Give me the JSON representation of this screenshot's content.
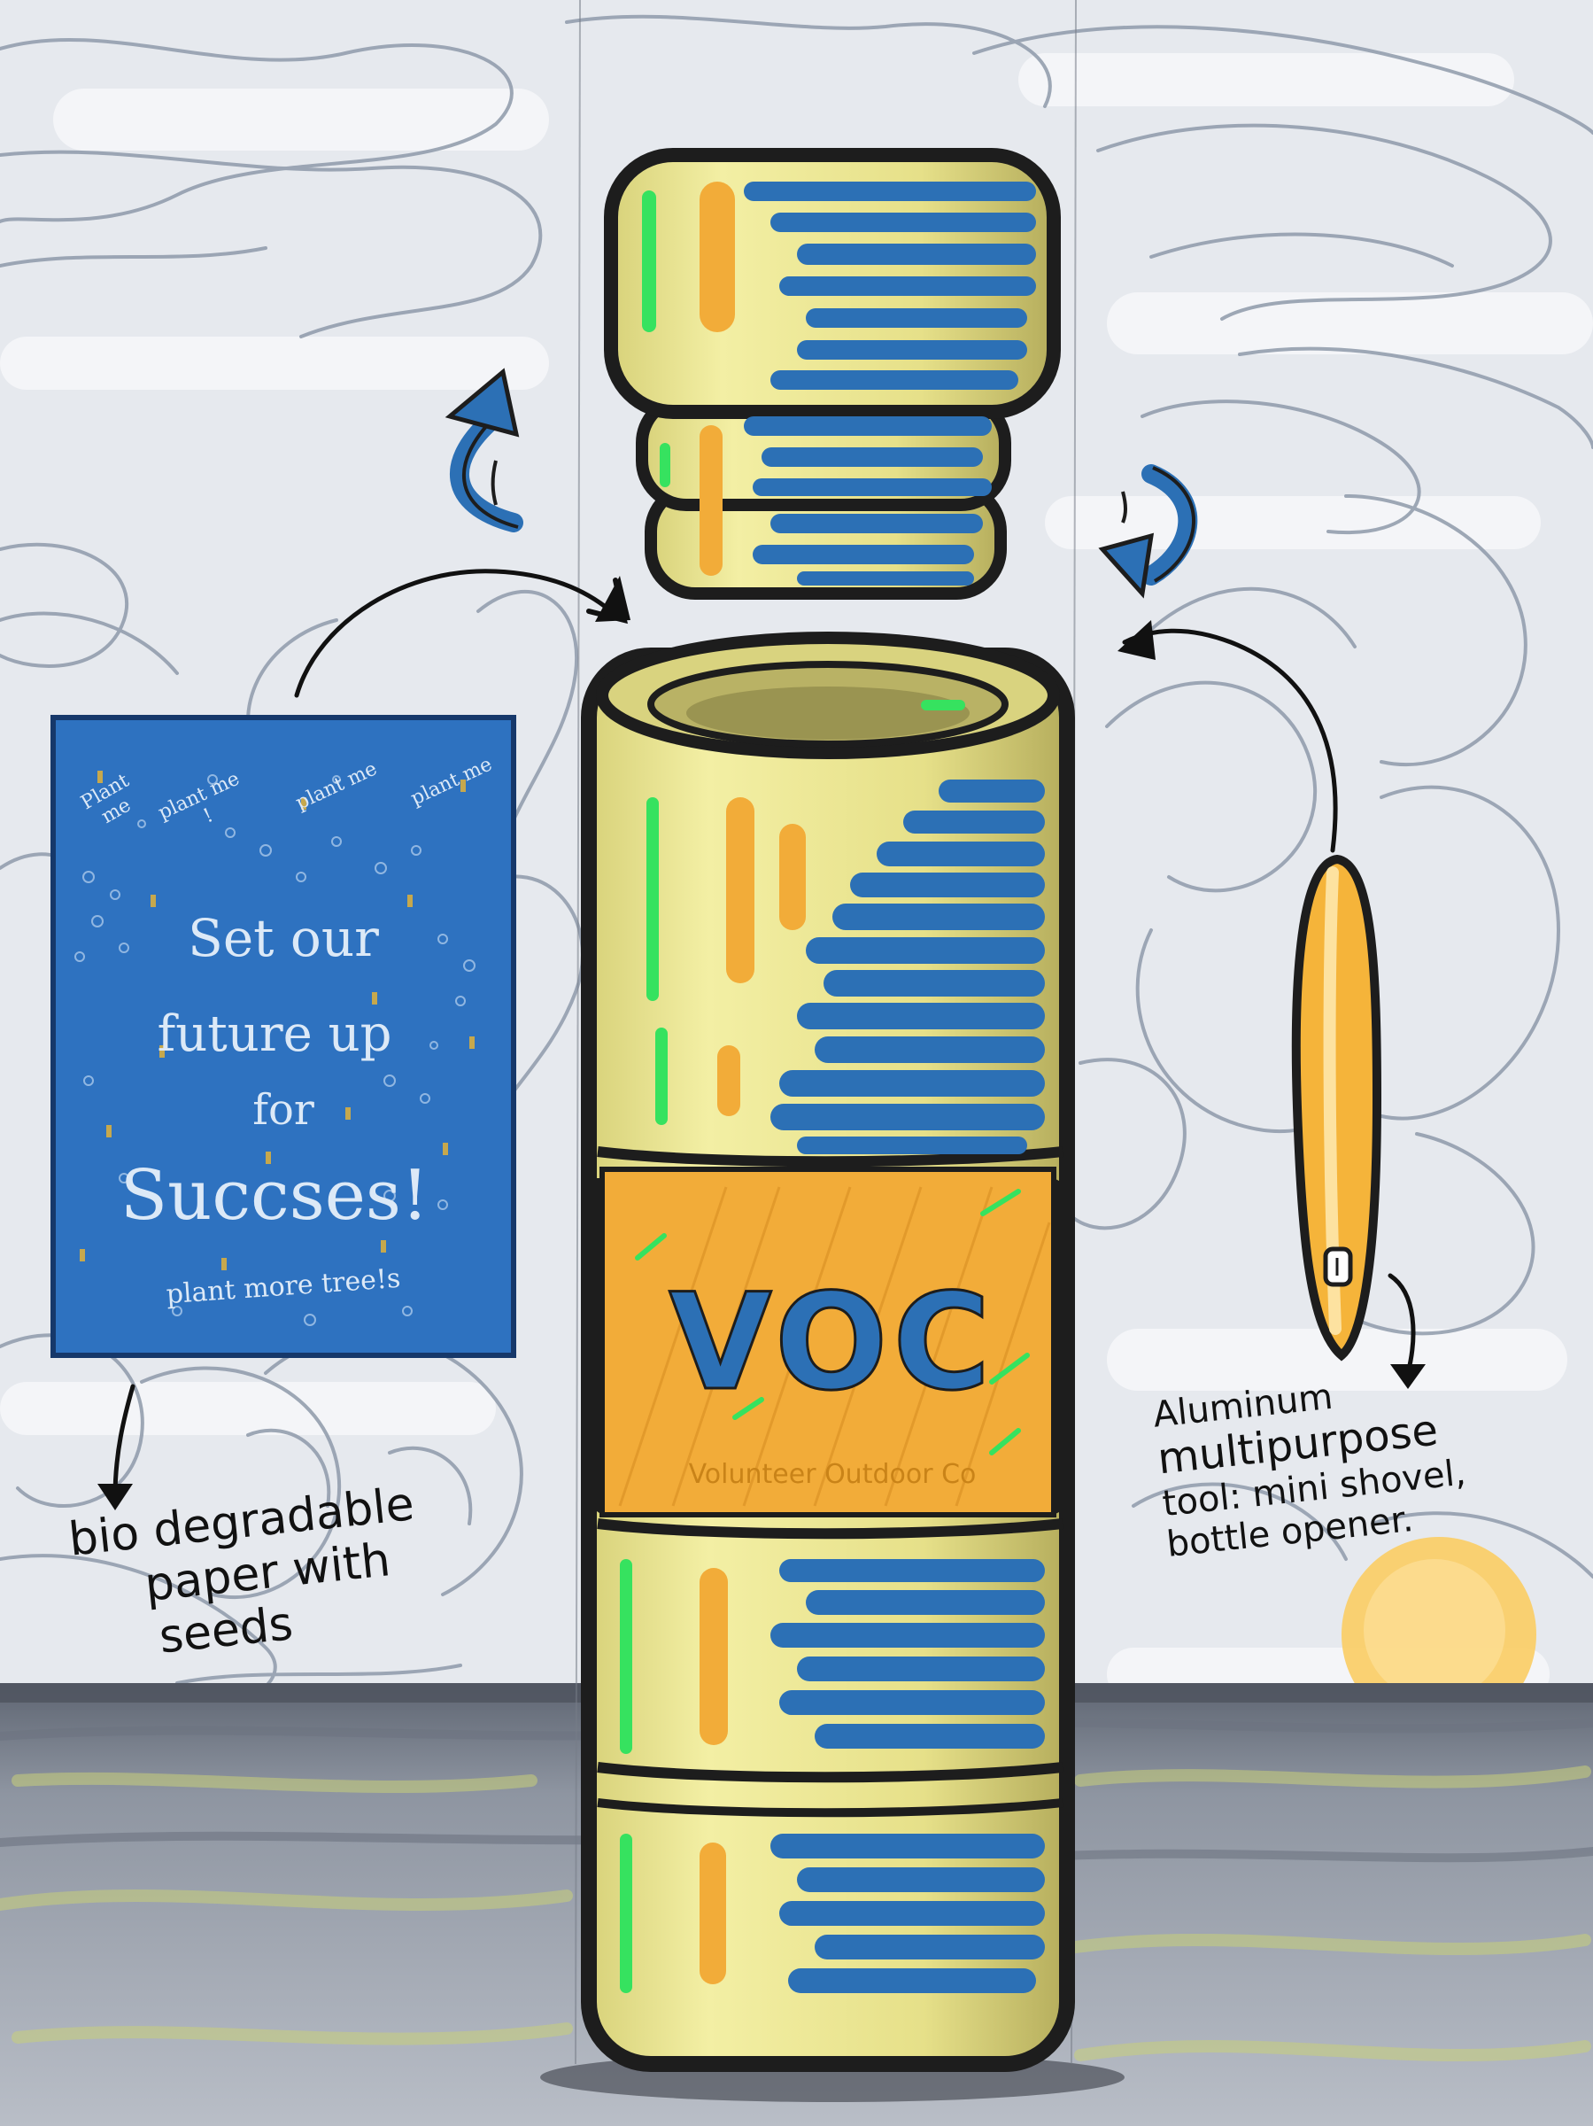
{
  "paper": {
    "plant_me": [
      "Plant me",
      "plant me !",
      "plant me",
      "plant me"
    ],
    "line1": "Set our",
    "line2": "future up",
    "line3": "for",
    "line4": "Succses!",
    "footer": "plant more tree!s"
  },
  "can": {
    "brand": "VOC",
    "tagline": "Volunteer Outdoor Co"
  },
  "annotations": {
    "paper_label": [
      "bio degradable",
      "paper with",
      "seeds"
    ],
    "tool_label": [
      "Aluminum",
      "multipurpose",
      "tool: mini shovel,",
      "bottle opener."
    ]
  },
  "colors": {
    "sky": "#e6e9ee",
    "swirl": "#8e9aaa",
    "can_yellow": "#e9e48a",
    "can_blue": "#2c70b5",
    "band_orange": "#f2ac39",
    "highlight_green": "#36e25f",
    "paper_blue": "#2e72c0",
    "sun": "#fbcd63",
    "table": "#8f96a3"
  }
}
